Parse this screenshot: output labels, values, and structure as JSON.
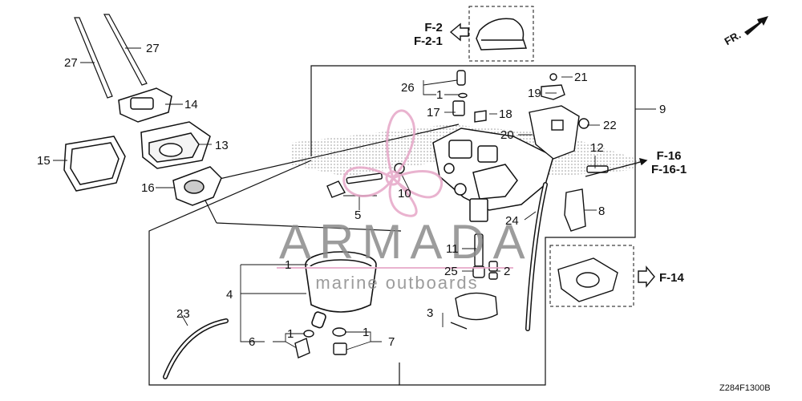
{
  "diagram": {
    "callouts": {
      "p27a": "27",
      "p27b": "27",
      "p14": "14",
      "p13": "13",
      "p15": "15",
      "p16": "16",
      "p26": "26",
      "p1a": "1",
      "p17": "17",
      "p18": "18",
      "p19": "19",
      "p21": "21",
      "p9": "9",
      "p20": "20",
      "p22": "22",
      "p12": "12",
      "p10": "10",
      "p5": "5",
      "p8": "8",
      "p24": "24",
      "p11": "11",
      "p25": "25",
      "p2": "2",
      "p3": "3",
      "p1b": "1",
      "p4": "4",
      "p23": "23",
      "p6": "6",
      "p1c": "1",
      "p1d": "1",
      "p7": "7"
    },
    "refs": {
      "f2": "F-2",
      "f21": "F-2-1",
      "f16": "F-16",
      "f161": "F-16-1",
      "f14": "F-14"
    },
    "front_marker": "FR.",
    "diagram_code": "Z284F1300B"
  },
  "watermark": {
    "title": "ARMADA",
    "subtitle": "marine outboards",
    "logo_color": "#e6a6c7"
  }
}
